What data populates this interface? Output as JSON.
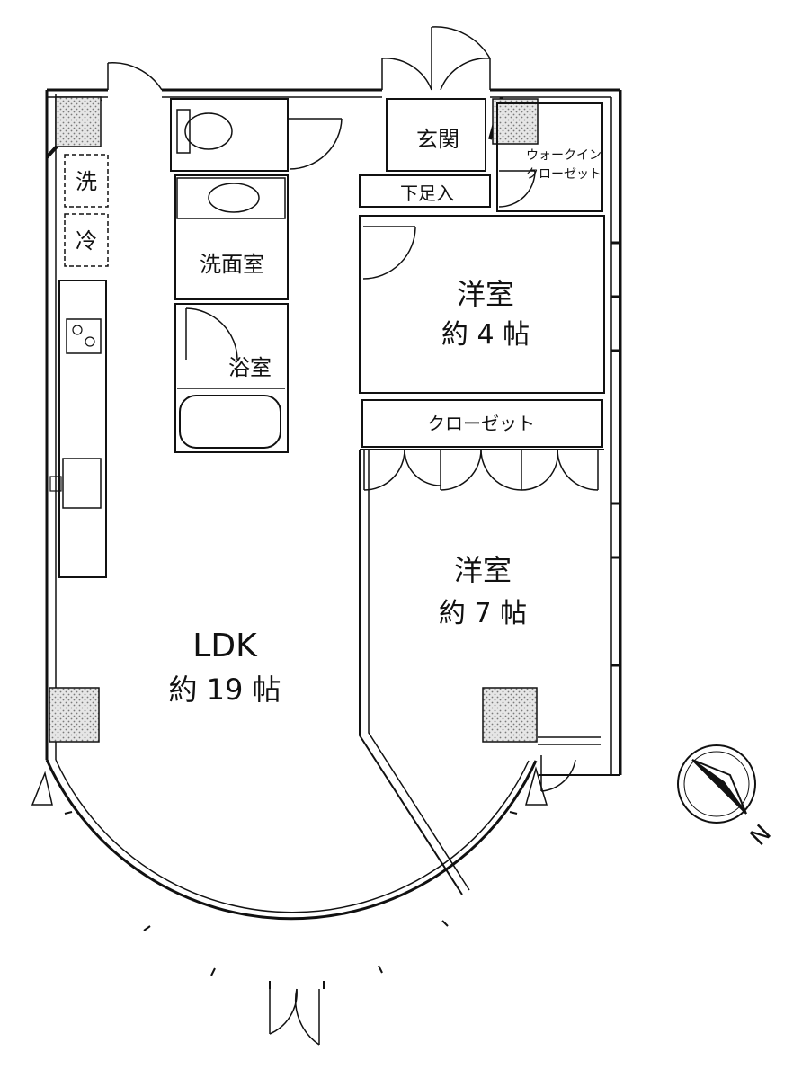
{
  "rooms": {
    "entrance": "玄関",
    "shoe_closet": "下足入",
    "walk_in_closet_line1": "ウォークイン",
    "walk_in_closet_line2": "クローゼット",
    "washroom": "洗面室",
    "bathroom": "浴室",
    "laundry": "洗",
    "fridge": "冷",
    "western_room_1": {
      "name": "洋室",
      "size": "約 4 帖"
    },
    "closet": "クローゼット",
    "western_room_2": {
      "name": "洋室",
      "size": "約 7 帖"
    },
    "ldk": {
      "name": "LDK",
      "size": "約 19 帖"
    }
  },
  "compass": {
    "label": "N"
  },
  "colors": {
    "line": "#111111",
    "hatch": "#9a9a9a",
    "background": "#ffffff"
  }
}
